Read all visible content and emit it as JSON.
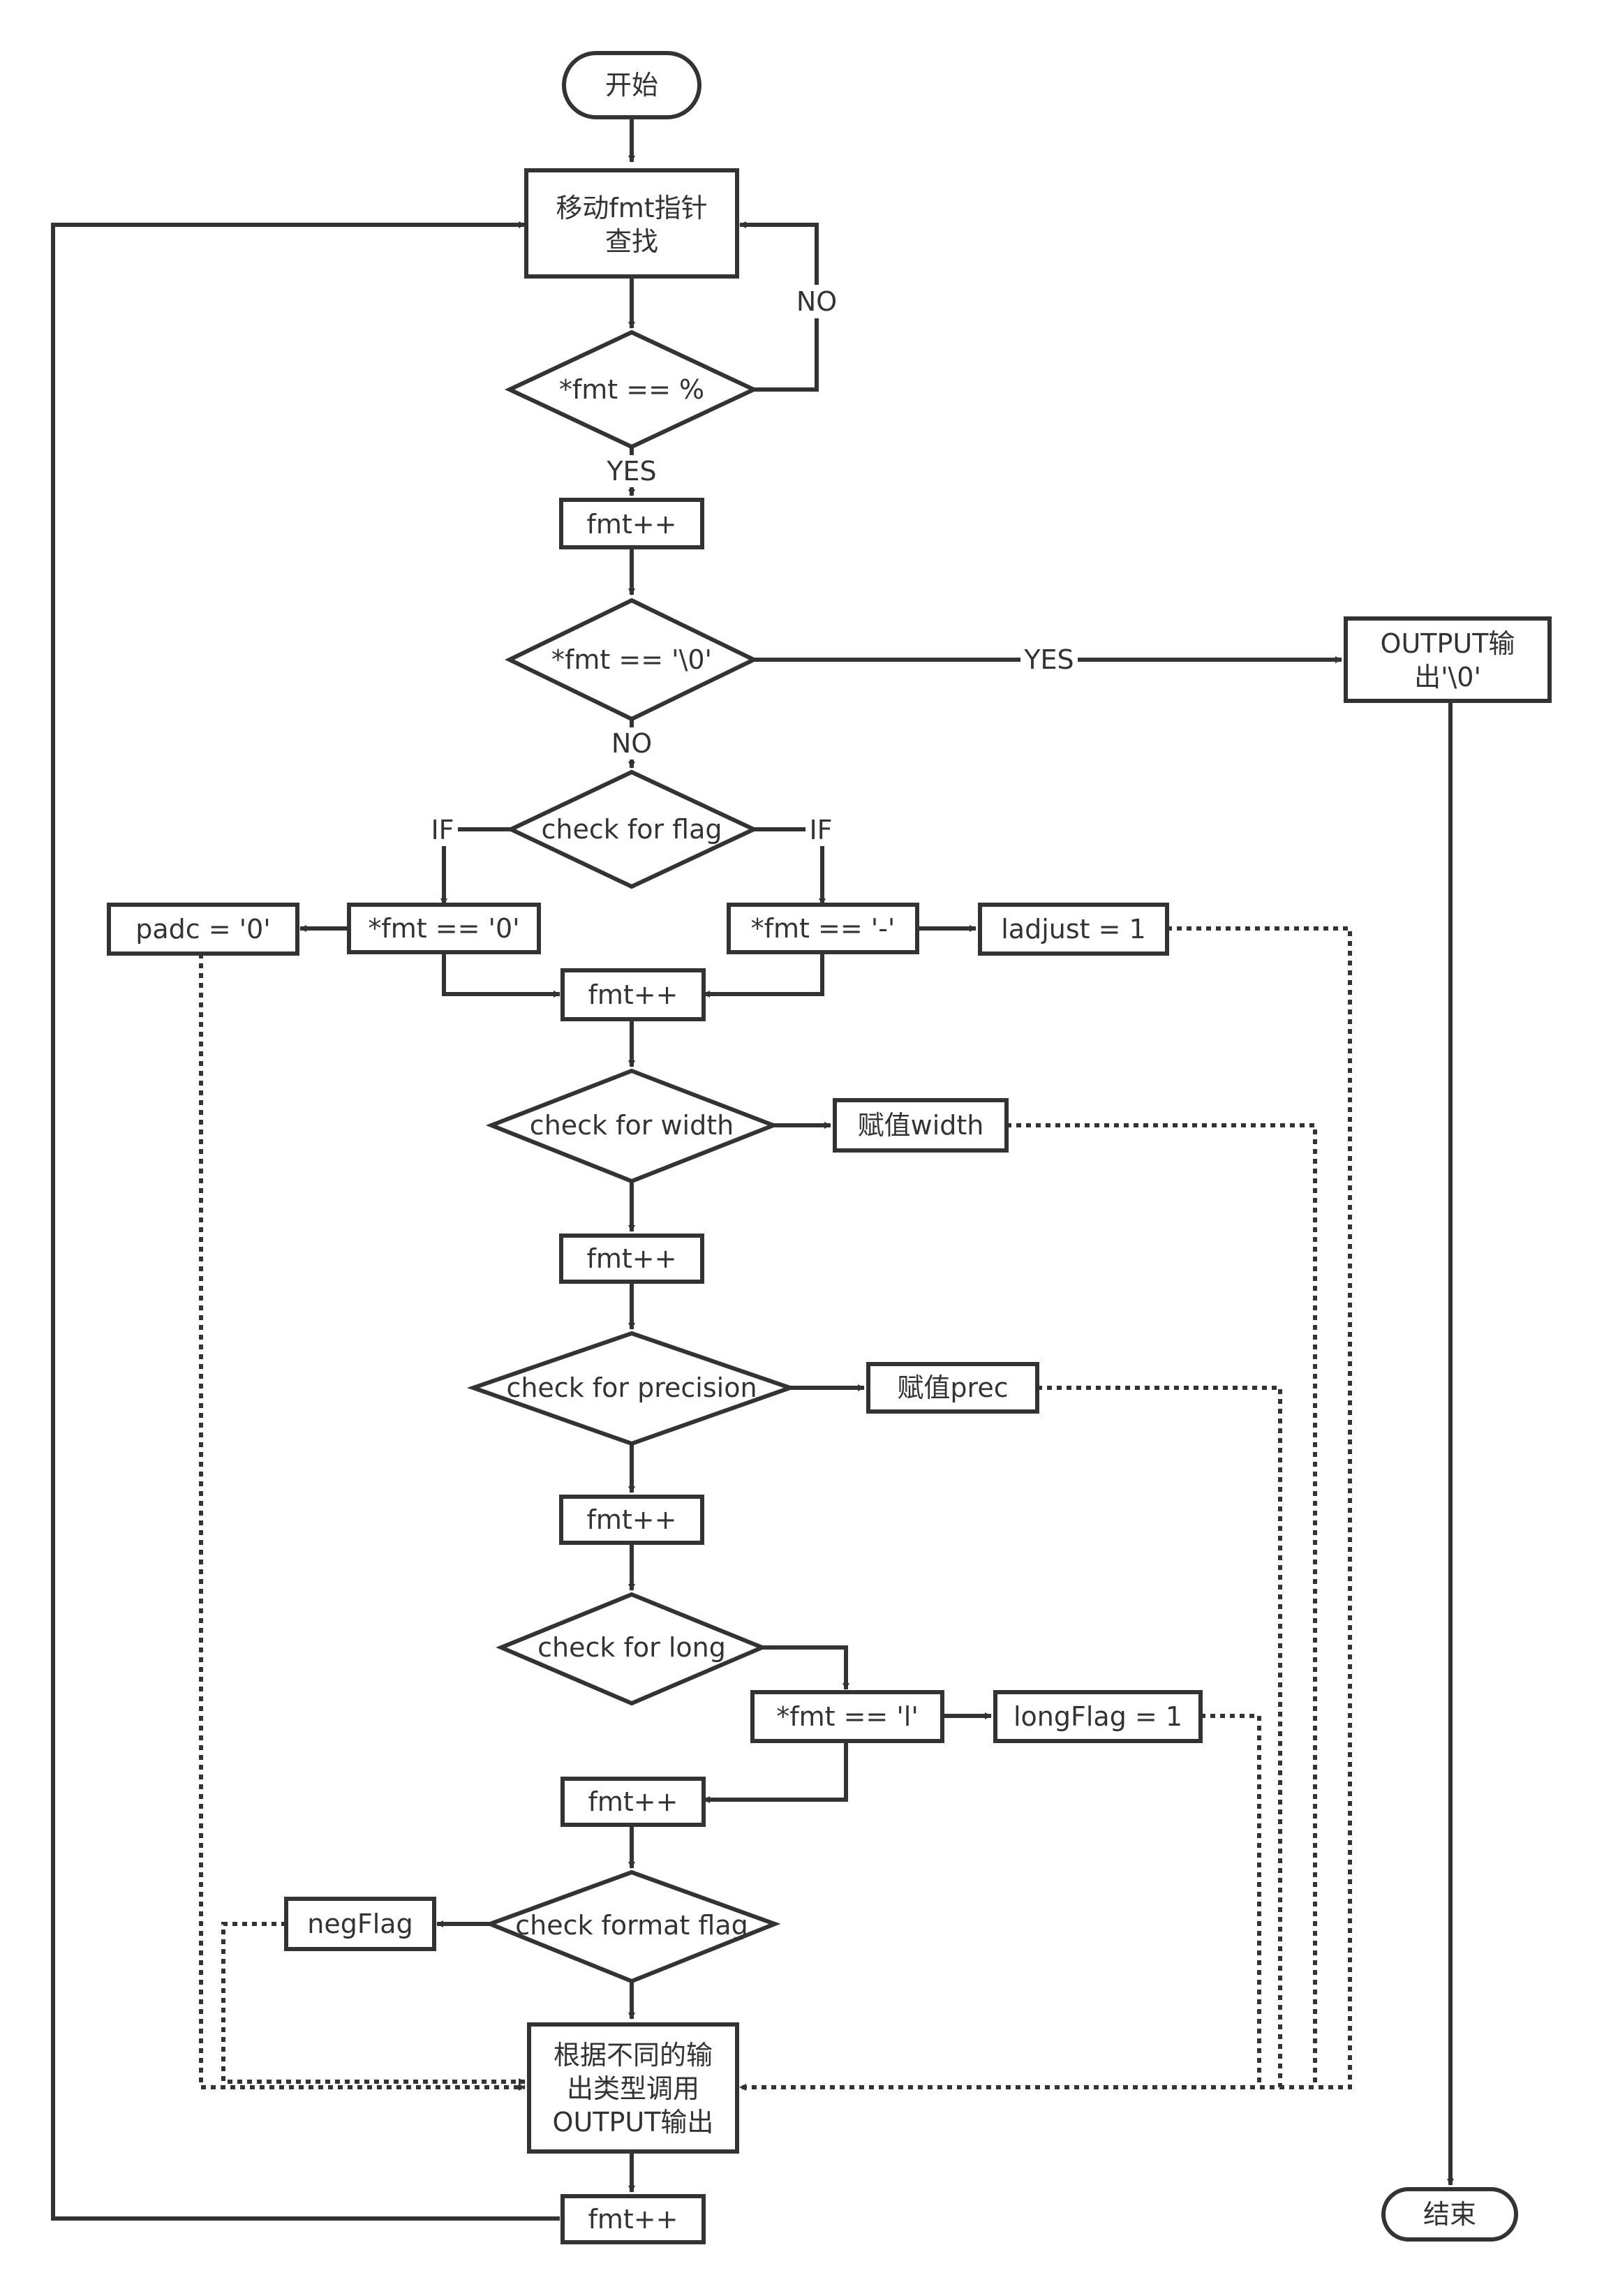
{
  "nodes": {
    "start": "开始",
    "move_fmt": [
      "移动fmt指针",
      "查找"
    ],
    "is_percent": "*fmt == %",
    "fmt_inc_1": "fmt++",
    "is_null": "*fmt == '\\0'",
    "output_null": [
      "OUTPUT输",
      "出'\\0'"
    ],
    "check_flag": "check for flag",
    "is_zero": "*fmt == '0'",
    "padc": "padc = '0'",
    "is_minus": "*fmt == '-'",
    "ladjust": "ladjust = 1",
    "fmt_inc_2": "fmt++",
    "check_width": "check for width",
    "assign_width": "赋值width",
    "fmt_inc_3": "fmt++",
    "check_precision": "check for precision",
    "assign_prec": "赋值prec",
    "fmt_inc_4": "fmt++",
    "check_long": "check for long",
    "is_l": "*fmt == 'l'",
    "longflag": "longFlag = 1",
    "fmt_inc_5": "fmt++",
    "check_format": "check format flag",
    "negflag": "negFlag",
    "dispatch": [
      "根据不同的输",
      "出类型调用",
      "OUTPUT输出"
    ],
    "fmt_inc_6": "fmt++",
    "end": "结束"
  },
  "edge_labels": {
    "no_1": "NO",
    "yes_1": "YES",
    "yes_2": "YES",
    "no_2": "NO",
    "if_left": "IF",
    "if_right": "IF"
  }
}
